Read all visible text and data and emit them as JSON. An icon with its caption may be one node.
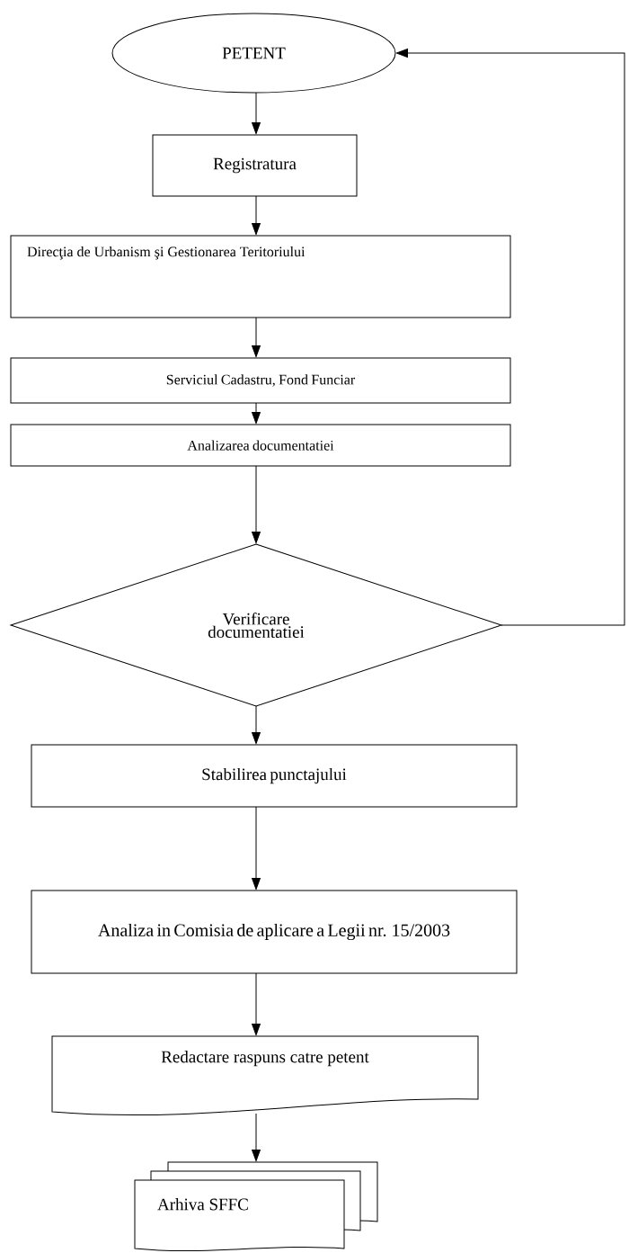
{
  "diagram": {
    "nodes": [
      {
        "text": [
          "PETENT"
        ]
      },
      {
        "text": [
          "Registratura"
        ]
      },
      {
        "text": [
          "Direcţia de Urbanism şi Gestionarea Teritoriului"
        ]
      },
      {
        "text": [
          "Serviciul Cadastru, Fond Funciar"
        ]
      },
      {
        "text": [
          "Analizarea documentatiei"
        ]
      },
      {
        "text": [
          "Verificare documentatiei"
        ]
      },
      {
        "text": [
          "Stabilirea punctajului"
        ]
      },
      {
        "text": [
          "Analiza in Comisia de aplicare a Legii nr. 15/2003"
        ]
      },
      {
        "text": [
          "Redactare raspuns catre petent"
        ]
      },
      {
        "text": [
          "Arhiva SFFC"
        ]
      }
    ],
    "edges": [
      {
        "from": 0,
        "to": 1,
        "arrow": "to"
      },
      {
        "from": 1,
        "to": 2,
        "arrow": "to"
      },
      {
        "from": 2,
        "to": 3,
        "arrow": "to"
      },
      {
        "from": 3,
        "to": 4,
        "arrow": "to"
      },
      {
        "from": 4,
        "to": 5,
        "arrow": "to"
      },
      {
        "from": 5,
        "to": 6,
        "arrow": "to"
      },
      {
        "from": 6,
        "to": 7,
        "arrow": "to"
      },
      {
        "from": 7,
        "to": 8,
        "arrow": "to"
      },
      {
        "from": 8,
        "to": 9,
        "arrow": "to"
      },
      {
        "from": 5,
        "to": 0,
        "arrow": "to"
      }
    ]
  }
}
